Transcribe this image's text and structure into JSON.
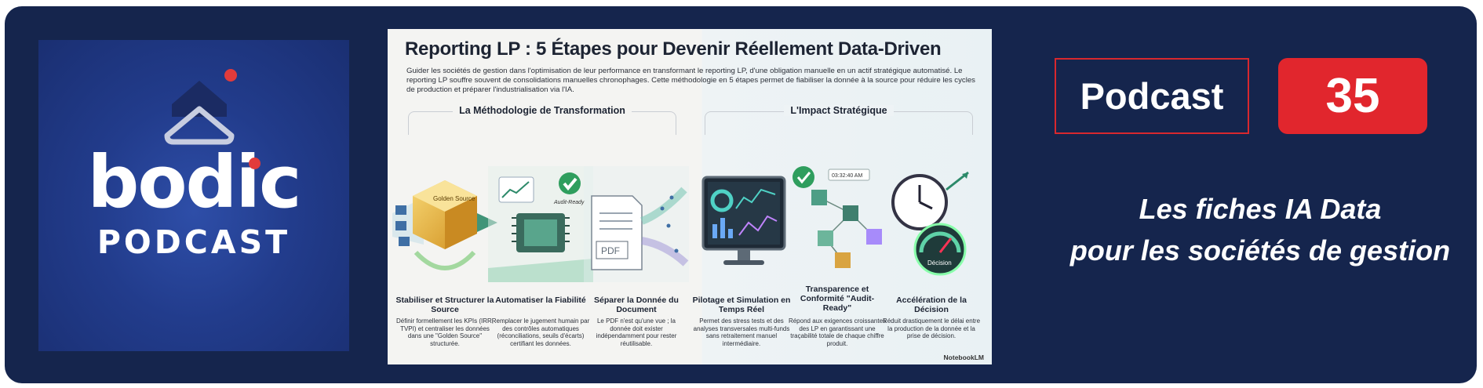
{
  "logo": {
    "wordmark": "bodic",
    "subtitle": "PODCAST",
    "accent_color": "#e23b3b"
  },
  "infographic": {
    "title": "Reporting LP : 5 Étapes pour Devenir Réellement Data-Driven",
    "intro": "Guider les sociétés de gestion dans l'optimisation de leur performance en transformant le reporting LP, d'une obligation manuelle en un actif stratégique automatisé. Le reporting LP souffre souvent de consolidations manuelles chronophages. Cette méthodologie en 5 étapes permet de fiabiliser la donnée à la source pour réduire les cycles de production et préparer l'industrialisation via l'IA.",
    "section_left": "La Méthodologie de Transformation",
    "section_right": "L'Impact Stratégique",
    "steps": [
      {
        "title": "Stabiliser et Structurer la Source",
        "desc": "Définir formellement les KPIs (IRR, TVPI) et centraliser les données dans une \"Golden Source\" structurée.",
        "art_label": "Golden Source"
      },
      {
        "title": "Automatiser la Fiabilité",
        "desc": "Remplacer le jugement humain par des contrôles automatiques (réconciliations, seuils d'écarts) certifiant les données.",
        "art_label": "Audit-Ready"
      },
      {
        "title": "Séparer la Donnée du Document",
        "desc": "Le PDF n'est qu'une vue ; la donnée doit exister indépendamment pour rester réutilisable.",
        "art_label": "PDF"
      },
      {
        "title": "Pilotage et Simulation en Temps Réel",
        "desc": "Permet des stress tests et des analyses transversales multi-funds sans retraitement manuel intermédiaire.",
        "art_label": ""
      },
      {
        "title": "Transparence et Conformité \"Audit-Ready\"",
        "desc": "Répond aux exigences croissantes des LP en garantissant une traçabilité totale de chaque chiffre produit.",
        "art_label": "03:32:40 AM"
      },
      {
        "title": "Accélération de la Décision",
        "desc": "Réduit drastiquement le délai entre la production de la donnée et la prise de décision.",
        "art_label": "Décision"
      }
    ],
    "watermark": "NotebookLM"
  },
  "podcast": {
    "label": "Podcast",
    "number": "35",
    "tagline_line1": "Les fiches IA Data",
    "tagline_line2": "pour les sociétés de gestion",
    "badge_color": "#e1262d"
  }
}
